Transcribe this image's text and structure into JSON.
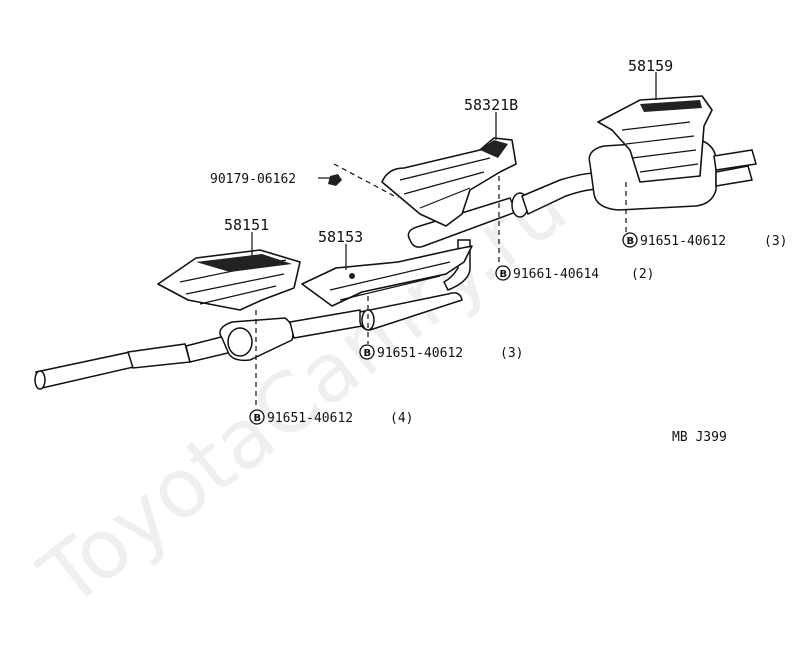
{
  "watermark": "ToyotaCamry.ru",
  "figure_code": "MB J399",
  "bolt_symbol": "B",
  "part_labels": {
    "p58159": "58159",
    "p58321B": "58321B",
    "p90179": "90179-06162",
    "p58151": "58151",
    "p58153": "58153"
  },
  "bolt_callouts": {
    "c1_part": "91651-40612",
    "c1_qty": "(3)",
    "c2_part": "91661-40614",
    "c2_qty": "(2)",
    "c3_part": "91651-40612",
    "c3_qty": "(3)",
    "c4_part": "91651-40612",
    "c4_qty": "(4)"
  }
}
